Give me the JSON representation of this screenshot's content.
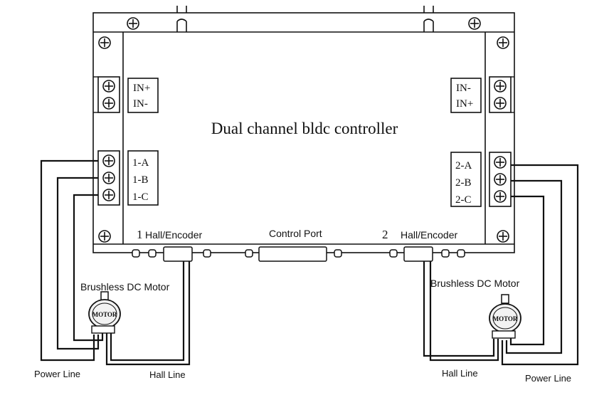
{
  "title": "Dual channel bldc controller",
  "left_power_terminal": [
    "IN+",
    "IN-"
  ],
  "right_power_terminal": [
    "IN-",
    "IN+"
  ],
  "left_motor_terminal": [
    "1-A",
    "1-B",
    "1-C"
  ],
  "right_motor_terminal": [
    "2-A",
    "2-B",
    "2-C"
  ],
  "ports": {
    "port1_number": "1",
    "port1_label": "Hall/Encoder",
    "control_label": "Control Port",
    "port2_number": "2",
    "port2_label": "Hall/Encoder"
  },
  "left_motor": {
    "label": "Brushless DC Motor",
    "badge": "MOTOR",
    "power_line": "Power Line",
    "hall_line": "Hall Line"
  },
  "right_motor": {
    "label": "Brushless DC Motor",
    "badge": "MOTOR",
    "power_line": "Power Line",
    "hall_line": "Hall Line"
  },
  "colors": {
    "line": "#111111",
    "background": "#ffffff",
    "motor_fill": "#f2f2f2"
  }
}
